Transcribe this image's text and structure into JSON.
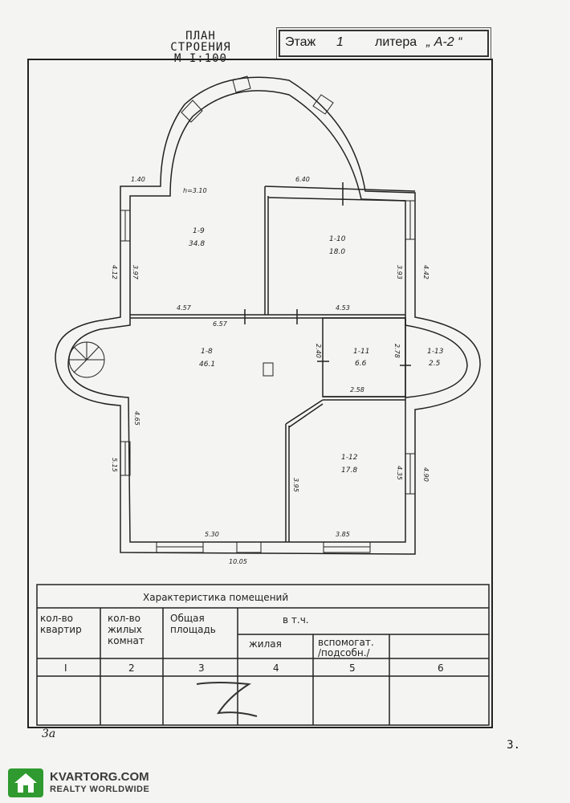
{
  "header": {
    "title_line1": "ПЛАН СТРОЕНИЯ",
    "title_line2": "М I:100",
    "floor_label": "Этаж",
    "floor_value": "1",
    "litera_label": "литера",
    "litera_value": "„ А-2 “"
  },
  "rooms": [
    {
      "id": "1-9",
      "area": "34.8"
    },
    {
      "id": "1-10",
      "area": "18.0"
    },
    {
      "id": "1-8",
      "area": "46.1"
    },
    {
      "id": "1-11",
      "area": "6.6"
    },
    {
      "id": "1-13",
      "area": "2.5"
    },
    {
      "id": "1-12",
      "area": "17.8"
    }
  ],
  "dimensions": {
    "d140": "1.40",
    "h310": "h=3.10",
    "d640": "6.40",
    "d412": "4.12",
    "d397": "3.97",
    "d393": "3.93",
    "d442": "4.42",
    "d457": "4.57",
    "d453": "4.53",
    "d657": "6.57",
    "d240": "2.40",
    "d278": "2.78",
    "d258": "2.58",
    "d465": "4.65",
    "d515": "5.15",
    "d395": "3.95",
    "d435": "4.35",
    "d490": "4.90",
    "d530": "5.30",
    "d385": "3.85",
    "d1005": "10.05"
  },
  "table": {
    "caption": "Характеристика помещений",
    "col1_l1": "кол-во",
    "col1_l2": "квартир",
    "col2_l1": "кол-во",
    "col2_l2": "жилых",
    "col2_l3": "комнат",
    "col3_l1": "Общая",
    "col3_l2": "площадь",
    "vtch": "в т.ч.",
    "col4": "жилая",
    "col5_l1": "вспомогат.",
    "col5_l2": "/подсобн./",
    "nums": [
      "I",
      "2",
      "3",
      "4",
      "5",
      "6"
    ]
  },
  "page_number": "3.",
  "corner_note": "3а",
  "logo": {
    "main": "KVARTORG.COM",
    "sub": "REALTY WORLDWIDE"
  }
}
